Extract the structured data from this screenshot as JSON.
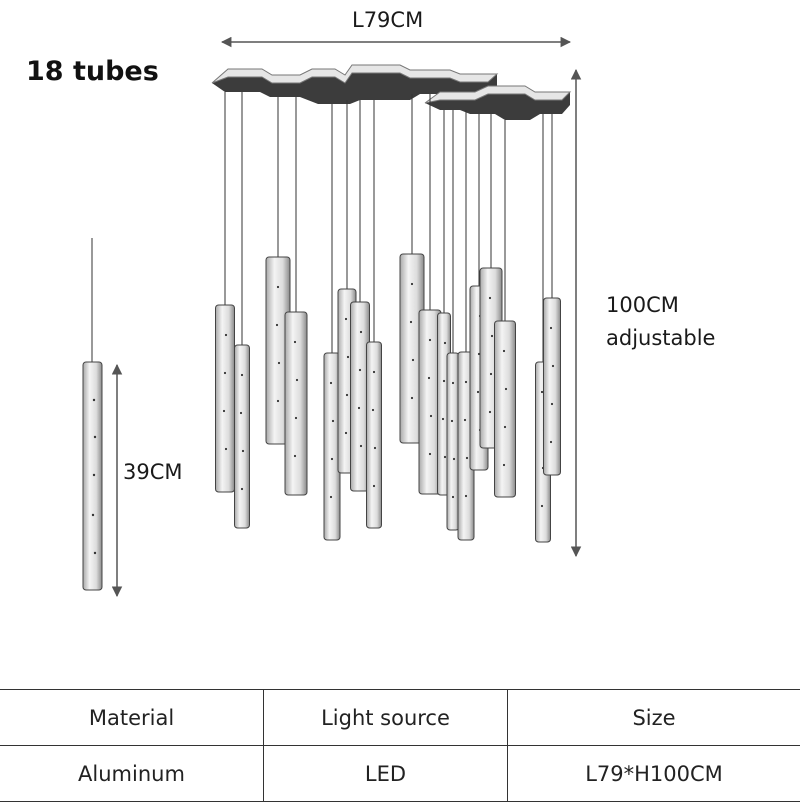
{
  "title": "18 tubes",
  "dimensions": {
    "length": "L79CM",
    "height": "100CM",
    "height_note": "adjustable",
    "tube_length": "39CM"
  },
  "spec_table": {
    "headers": [
      "Material",
      "Light source",
      "Size"
    ],
    "values": [
      "Aluminum",
      "LED",
      "L79*H100CM"
    ]
  }
}
